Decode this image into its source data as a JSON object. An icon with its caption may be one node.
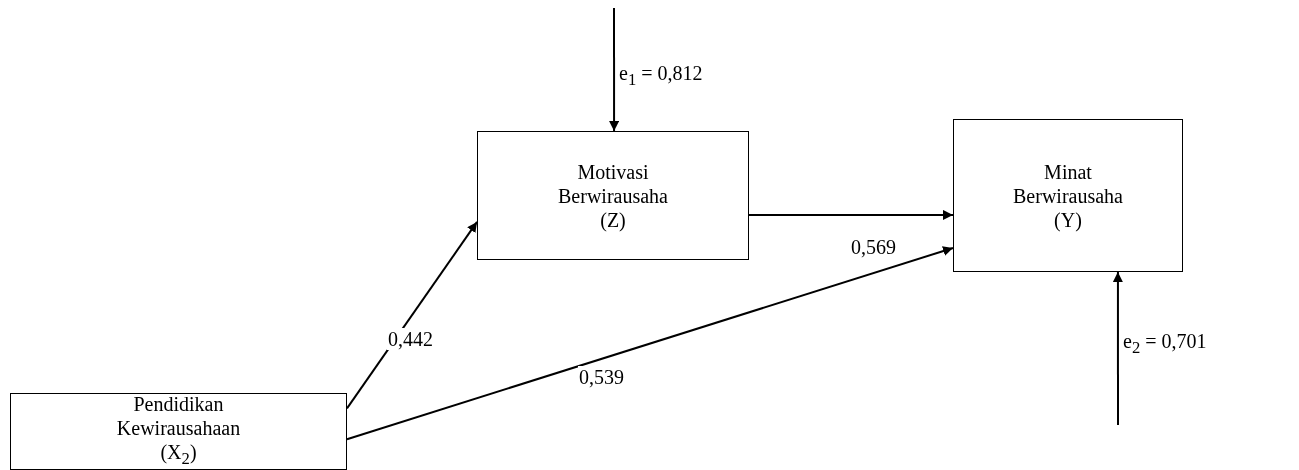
{
  "diagram": {
    "nodes": [
      {
        "text": [
          "Motivasi Berwirausaha (Z)"
        ]
      },
      {
        "text": [
          "Minat Berwirausaha (Y)"
        ]
      },
      {
        "text": [
          "Pendidikan Kewirausahaan (X$_{2}$)"
        ]
      }
    ],
    "edges": [
      {
        "from": null,
        "to": 0,
        "arrow": "to",
        "label": "e$_{1}$ = 0,812"
      },
      {
        "from": 0,
        "to": 1,
        "arrow": "to",
        "label": "0,569"
      },
      {
        "from": 2,
        "to": 0,
        "arrow": "to",
        "label": "0,442"
      },
      {
        "from": 2,
        "to": 1,
        "arrow": "to",
        "label": "0,539"
      },
      {
        "from": null,
        "to": 1,
        "arrow": "to",
        "label": "e$_{2}$ = 0,701"
      }
    ]
  }
}
